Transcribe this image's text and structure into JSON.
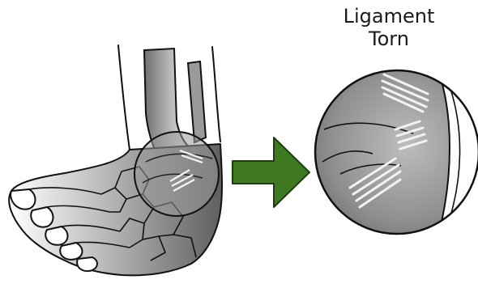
{
  "label": {
    "line1": "Ligament",
    "line2": "Torn"
  },
  "colors": {
    "outline": "#111111",
    "bone_dark": "#8a8a8a",
    "bone_light": "#e6e6e6",
    "arrow_fill": "#3f7a22",
    "arrow_stroke": "#1b3d10",
    "ligament": "#f2f2f2"
  },
  "icons": [
    "foot-illustration",
    "magnifier-circle",
    "right-arrow-icon",
    "zoomed-ligament-detail"
  ]
}
